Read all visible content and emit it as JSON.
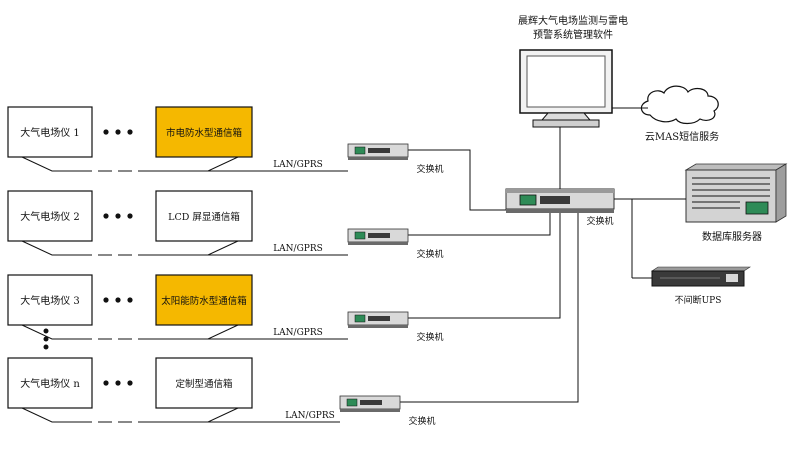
{
  "software": {
    "title_line1": "晨辉大气电场监测与雷电",
    "title_line2": "预警系统管理软件"
  },
  "cloud": {
    "label": "云MAS短信服务"
  },
  "core_switch": {
    "label": "交换机"
  },
  "db_server": {
    "label": "数据库服务器"
  },
  "ups": {
    "label": "不间断UPS"
  },
  "rows": [
    {
      "instrument": "大气电场仪 1",
      "box": "市电防水型通信箱",
      "highlight": true,
      "link": "LAN/GPRS",
      "switch": "交换机"
    },
    {
      "instrument": "大气电场仪 2",
      "box": "LCD 屏显通信箱",
      "highlight": false,
      "link": "LAN/GPRS",
      "switch": "交换机"
    },
    {
      "instrument": "大气电场仪 3",
      "box": "太阳能防水型通信箱",
      "highlight": true,
      "link": "LAN/GPRS",
      "switch": "交换机"
    },
    {
      "instrument": "大气电场仪 n",
      "box": "定制型通信箱",
      "highlight": false,
      "link": "LAN/GPRS",
      "switch": "交换机"
    }
  ],
  "colors": {
    "highlight_fill": "#f5b800",
    "line": "#111111",
    "device_body": "#d9d9d9",
    "device_dark": "#3a3a3a",
    "led_green": "#2e8b57"
  }
}
